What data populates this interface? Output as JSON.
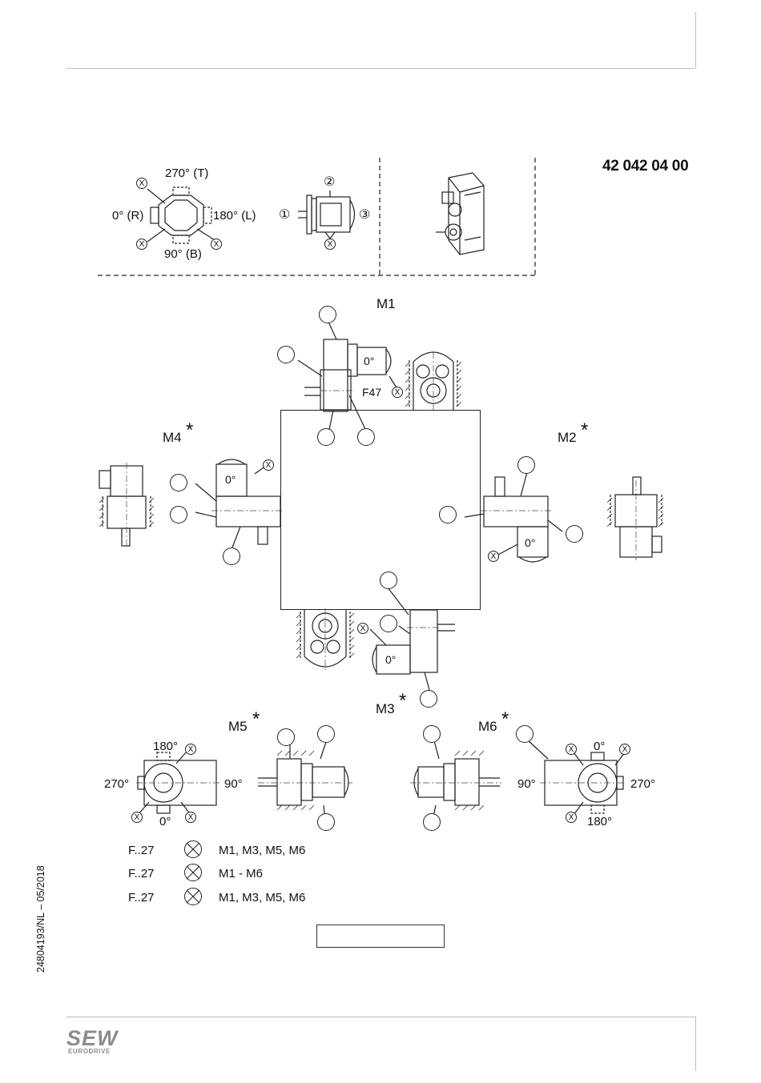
{
  "document_number": "42 042 04 00",
  "side_code": "24804193/NL – 05/2018",
  "logo": {
    "brand": "SEW",
    "sub": "EURODRIVE"
  },
  "orientation_key": {
    "angles": {
      "top": "270° (T)",
      "left": "0° (R)",
      "right": "180° (L)",
      "bottom": "90° (B)"
    },
    "x_marker": "X",
    "terminal_positions": [
      "①",
      "②",
      "③"
    ]
  },
  "mounting_positions": {
    "M1": {
      "label": "M1",
      "angle": "0°",
      "note": "F47"
    },
    "M2": {
      "label": "M2",
      "star": "*",
      "angle": "0°"
    },
    "M3": {
      "label": "M3",
      "star": "*",
      "angle": "0°"
    },
    "M4": {
      "label": "M4",
      "star": "*",
      "angle": "0°"
    },
    "M5": {
      "label": "M5",
      "star": "*",
      "angles": {
        "top": "180°",
        "left": "270°",
        "right": "90°",
        "bottom": "0°"
      }
    },
    "M6": {
      "label": "M6",
      "star": "*",
      "angles": {
        "top": "0°",
        "left": "90°",
        "right": "270°",
        "bottom": "180°"
      }
    }
  },
  "legend": [
    {
      "code": "F..27",
      "positions": "M1, M3, M5, M6"
    },
    {
      "code": "F..27",
      "positions": "M1 - M6"
    },
    {
      "code": "F..27",
      "positions": "M1, M3, M5, M6"
    }
  ]
}
